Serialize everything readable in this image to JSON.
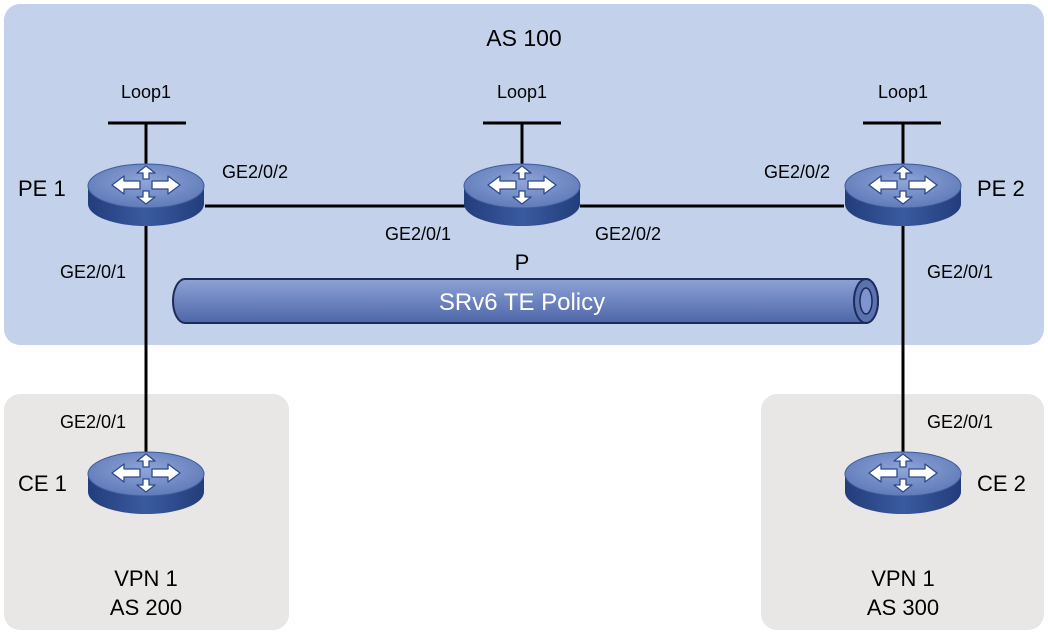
{
  "as_main": {
    "label": "AS 100"
  },
  "vpn_left": {
    "name": "VPN 1",
    "as": "AS 200"
  },
  "vpn_right": {
    "name": "VPN 1",
    "as": "AS 300"
  },
  "nodes": {
    "pe1": {
      "label": "PE 1",
      "loop": "Loop1"
    },
    "p": {
      "label": "P",
      "loop": "Loop1"
    },
    "pe2": {
      "label": "PE 2",
      "loop": "Loop1"
    },
    "ce1": {
      "label": "CE 1"
    },
    "ce2": {
      "label": "CE 2"
    }
  },
  "interfaces": {
    "pe1_to_p": "GE2/0/2",
    "p_to_pe1": "GE2/0/1",
    "p_to_pe2": "GE2/0/2",
    "pe2_to_p": "GE2/0/2",
    "pe1_to_ce1": "GE2/0/1",
    "ce1_to_pe1": "GE2/0/1",
    "pe2_to_ce2": "GE2/0/1",
    "ce2_to_pe2": "GE2/0/1"
  },
  "tunnel": {
    "label": "SRv6 TE Policy"
  },
  "colors": {
    "as_region": "#c4d1ea",
    "vpn_region": "#e8e7e6",
    "router_top": "#6f88c2",
    "router_side": "#2c4a8c",
    "tunnel_fill": "#7187c2",
    "tunnel_stroke": "#1e2a57",
    "link": "#000000"
  }
}
